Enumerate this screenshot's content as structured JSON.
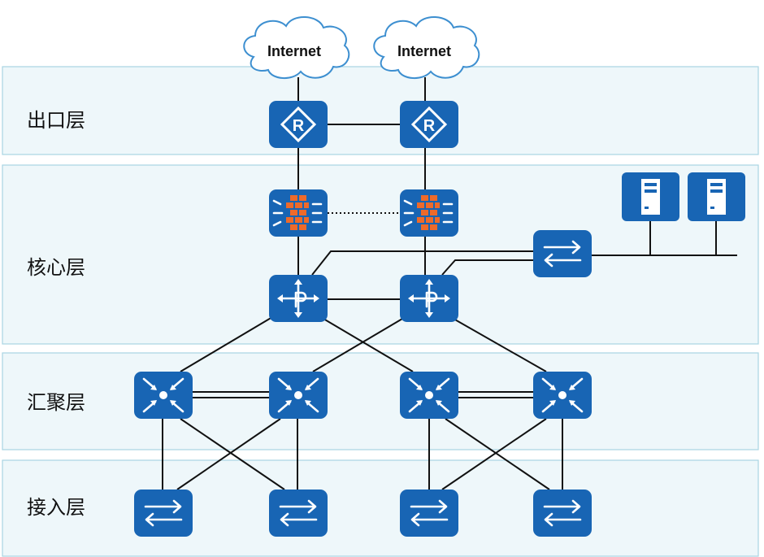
{
  "layers": [
    {
      "id": "egress",
      "label": "出口层"
    },
    {
      "id": "core",
      "label": "核心层"
    },
    {
      "id": "aggregation",
      "label": "汇聚层"
    },
    {
      "id": "access",
      "label": "接入层"
    }
  ],
  "clouds": [
    {
      "id": "internet-1",
      "label": "Internet"
    },
    {
      "id": "internet-2",
      "label": "Internet"
    }
  ],
  "devices": {
    "routers": [
      "router-1",
      "router-2"
    ],
    "firewalls": [
      "firewall-1",
      "firewall-2"
    ],
    "core_switches": [
      "core-switch-1",
      "core-switch-2"
    ],
    "server_switch": "server-switch",
    "servers": [
      "server-1",
      "server-2"
    ],
    "aggregation_switches": [
      "agg-switch-1",
      "agg-switch-2",
      "agg-switch-3",
      "agg-switch-4"
    ],
    "access_switches": [
      "access-switch-1",
      "access-switch-2",
      "access-switch-3",
      "access-switch-4"
    ]
  },
  "colors": {
    "device": "#1865b4",
    "firewall_brick": "#ee6a2a",
    "band_fill": "#eef7fa",
    "band_border": "#a9d4e2",
    "cloud_border": "#3d8fd0"
  }
}
